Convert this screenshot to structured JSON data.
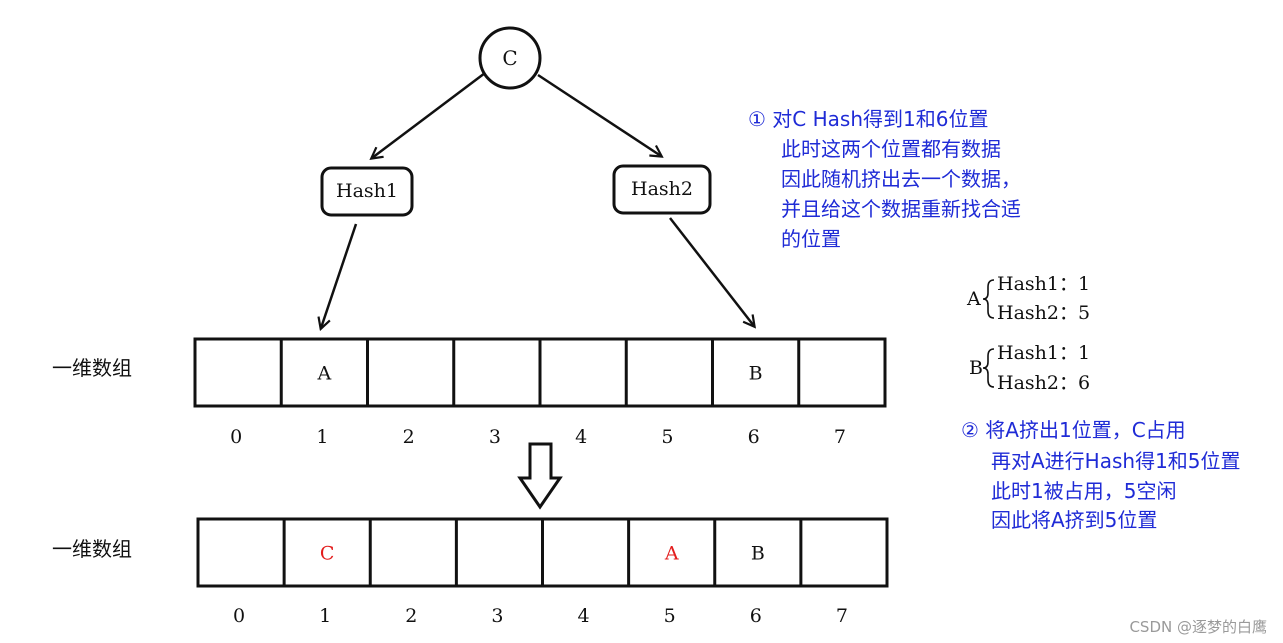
{
  "top_node": "C",
  "hash_nodes": [
    "Hash1",
    "Hash2"
  ],
  "array_label": "一维数组",
  "before": {
    "cells": [
      "",
      "A",
      "",
      "",
      "",
      "",
      "B",
      ""
    ],
    "indices": [
      "0",
      "1",
      "2",
      "3",
      "4",
      "5",
      "6",
      "7"
    ]
  },
  "after": {
    "cells": [
      "",
      "C",
      "",
      "",
      "",
      "A",
      "B",
      ""
    ],
    "highlight": [
      "",
      "red",
      "",
      "",
      "",
      "red",
      "",
      ""
    ],
    "indices": [
      "0",
      "1",
      "2",
      "3",
      "4",
      "5",
      "6",
      "7"
    ]
  },
  "note1": {
    "lines": [
      "① 对C Hash得到1和6位置",
      "此时这两个位置都有数据",
      "因此随机挤出去一个数据，",
      "并且给这个数据重新找合适",
      "的位置"
    ]
  },
  "keyA": {
    "name": "A",
    "lines": [
      "Hash1：1",
      "Hash2：5"
    ]
  },
  "keyB": {
    "name": "B",
    "lines": [
      "Hash1：1",
      "Hash2：6"
    ]
  },
  "note2": {
    "lines": [
      "② 将A挤出1位置，C占用",
      "再对A进行Hash得1和5位置",
      "此时1被占用，5空闲",
      "因此将A挤到5位置"
    ]
  },
  "watermark": "CSDN @逐梦的白鹰",
  "colors": {
    "ink": "#111111",
    "note": "#1f2bd6",
    "highlight": "#e31c1c"
  }
}
